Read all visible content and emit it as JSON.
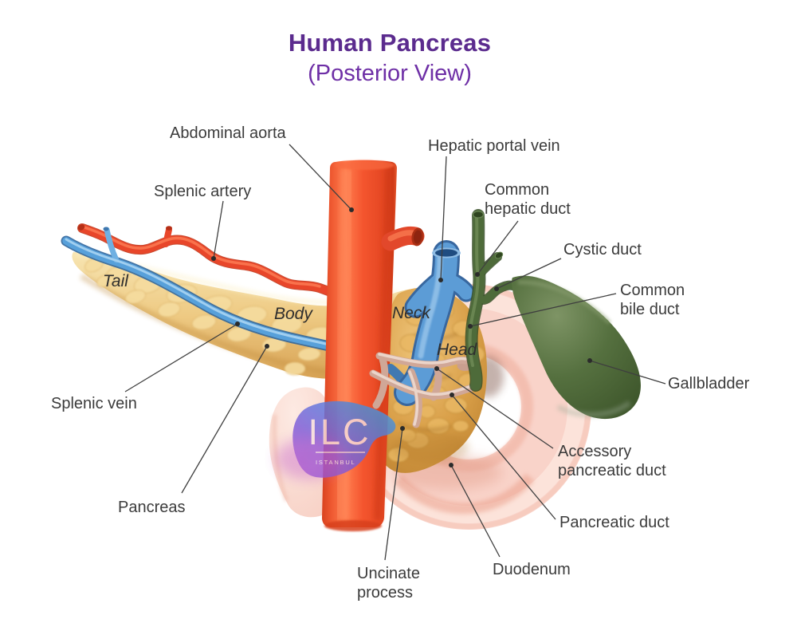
{
  "title": "Human Pancreas",
  "subtitle": "(Posterior View)",
  "watermark": {
    "brand": "ILC",
    "city": "ISTANBUL"
  },
  "labels": {
    "abdominal_aorta": "Abdominal aorta",
    "splenic_artery": "Splenic artery",
    "hepatic_portal_vein": "Hepatic portal vein",
    "common_hepatic_duct": "Common\nhepatic duct",
    "cystic_duct": "Cystic duct",
    "common_bile_duct": "Common\nbile duct",
    "gallbladder": "Gallbladder",
    "accessory_pancreatic_duct": "Accessory\npancreatic duct",
    "pancreatic_duct": "Pancreatic duct",
    "duodenum": "Duodenum",
    "uncinate_process": "Uncinate\nprocess",
    "splenic_vein": "Splenic vein",
    "pancreas": "Pancreas"
  },
  "region_labels": {
    "tail": "Tail",
    "body": "Body",
    "neck": "Neck",
    "head": "Head"
  },
  "colors": {
    "title_purple": "#5b2b8e",
    "subtitle_purple": "#6e2fa6",
    "label_text": "#3b3b3b",
    "aorta_red": "#f1512b",
    "artery_red": "#e8462a",
    "vein_blue": "#5c9cd6",
    "pancreas_yellow": "#eec984",
    "duodenum_pink": "#f9d3c9",
    "bile_duct_green": "#4e6b3a",
    "gallbladder_green": "#4a6336",
    "watermark_purple": "#7b52d8"
  }
}
